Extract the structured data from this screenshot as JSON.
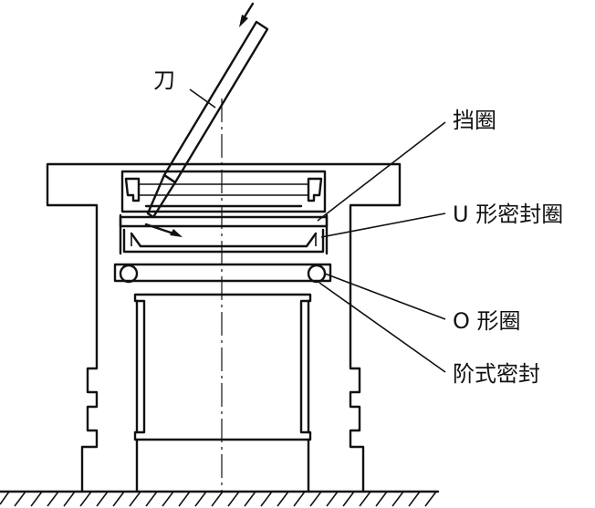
{
  "labels": {
    "knife": "刀",
    "retaining_ring": "挡圈",
    "u_seal": "U 形密封圈",
    "o_ring": "O 形圈",
    "step_seal": "阶式密封"
  },
  "colors": {
    "line": "#111111",
    "background": "#ffffff"
  }
}
